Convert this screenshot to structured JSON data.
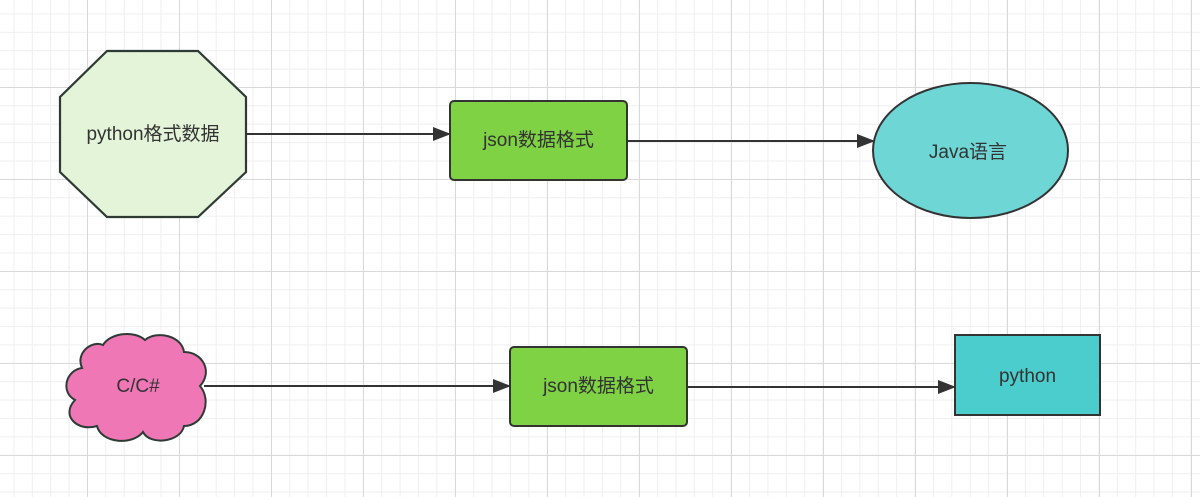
{
  "colors": {
    "octagon_fill": "#e3f4d9",
    "json_box_fill": "#7ed243",
    "ellipse_fill": "#6fd6d6",
    "cloud_fill": "#ef77b6",
    "python_box_fill": "#4ccdcd",
    "stroke": "#333333",
    "arrow": "#333333"
  },
  "row1": {
    "source": "python格式数据",
    "middle": "json数据格式",
    "target": "Java语言"
  },
  "row2": {
    "source": "C/C#",
    "middle": "json数据格式",
    "target": "python"
  }
}
